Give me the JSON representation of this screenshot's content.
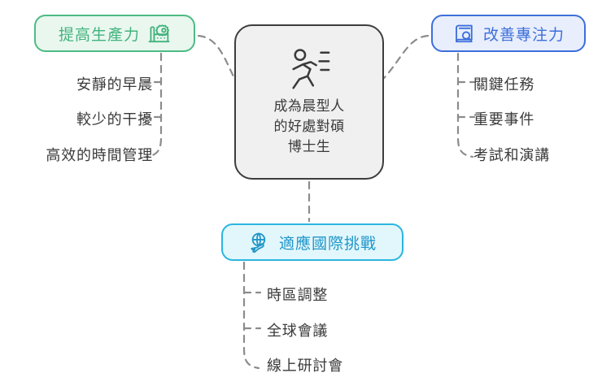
{
  "diagram": {
    "type": "mind-map",
    "background_color": "#ffffff",
    "center": {
      "icon": "running-person-icon",
      "text": "成為晨型人\n的好處對碩\n博士生",
      "fill_color": "#f0f0f0",
      "border_color": "#3d3d3d",
      "text_color": "#3a3a3a"
    },
    "branches": [
      {
        "id": "productivity",
        "label": "提高生產力",
        "icon": "factory-icon",
        "position": "top-left",
        "accent_color": "#42b37c",
        "border_color": "#4cbc83",
        "fill_color": "#e9f7ef",
        "children": [
          "安靜的早晨",
          "較少的干擾",
          "高效的時間管理"
        ]
      },
      {
        "id": "focus",
        "label": "改善專注力",
        "icon": "book-search-icon",
        "position": "top-right",
        "accent_color": "#3d6fdb",
        "border_color": "#3d6fdb",
        "fill_color": "#e8eefc",
        "children": [
          "關鍵任務",
          "重要事件",
          "考試和演講"
        ]
      },
      {
        "id": "international",
        "label": "適應國際挑戰",
        "icon": "globe-airplane-icon",
        "position": "bottom-center",
        "accent_color": "#2196c9",
        "border_color": "#2ab6e0",
        "fill_color": "#e2f7fc",
        "children": [
          "時區調整",
          "全球會議",
          "線上研討會"
        ]
      }
    ],
    "connector": {
      "style": "dashed",
      "color": "#8c8c8c"
    }
  }
}
